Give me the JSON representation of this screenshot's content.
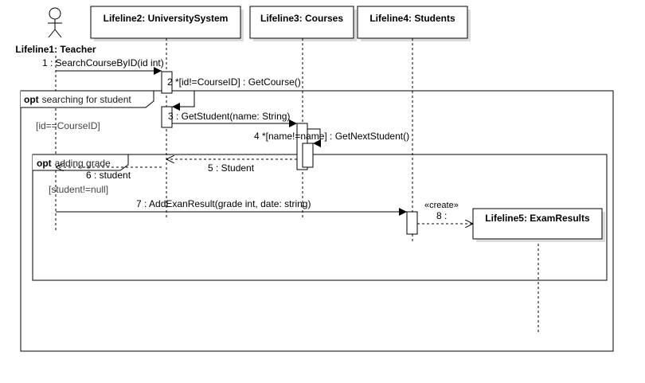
{
  "lifelines": {
    "teacher": "Lifeline1: Teacher",
    "system": "Lifeline2: UniversitySystem",
    "courses": "Lifeline3: Courses",
    "students": "Lifeline4: Students",
    "examresults": "Lifeline5: ExamResults"
  },
  "fragments": {
    "outer": {
      "operator": "opt",
      "name": "searching for student",
      "guard": "[id==CourseID]"
    },
    "inner": {
      "operator": "opt",
      "name": "adding grade",
      "guard": "[student!=null]"
    }
  },
  "messages": {
    "m1": "1 : SearchCourseByID(id int)",
    "m2": "2 *[id!=CourseID] : GetCourse()",
    "m3": "3 : GetStudent(name: String)",
    "m4": "4 *[name!=name] : GetNextStudent()",
    "m5": "5 : Student",
    "m6": "6 : student",
    "m7": "7 : AddExanResult(grade int, date: string)",
    "m8": "8 :",
    "create": "«create»"
  }
}
